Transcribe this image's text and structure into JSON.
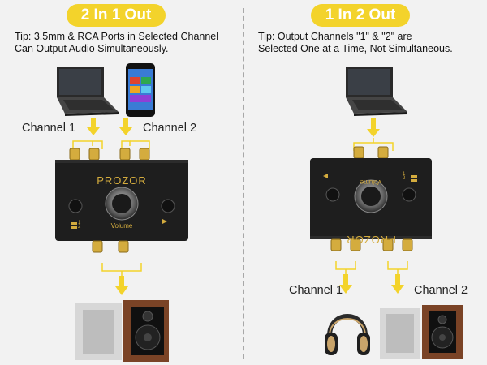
{
  "left": {
    "badge": "2 In 1 Out",
    "tip": [
      "Tip: 3.5mm & RCA Ports in Selected Channel",
      "Can Output Audio Simultaneously."
    ],
    "channel_1": "Channel 1",
    "channel_2": "Channel 2",
    "brand": "PROZOR",
    "knob_label": "Volume",
    "input_port_labels": [
      "1",
      "2"
    ]
  },
  "right": {
    "badge": "1 In 2 Out",
    "tip": [
      "Tip: Output Channels \"1\" & \"2\" are",
      "Selected One at a Time, Not Simultaneous."
    ],
    "channel_1": "Channel 1",
    "channel_2": "Channel 2",
    "brand": "PROZOR",
    "knob_label": "Volume",
    "output_port_labels": [
      "1",
      "2"
    ]
  },
  "colors": {
    "accent": "#f3d32b",
    "background": "#f2f2f2",
    "switch_body": "#1e1e1e",
    "gold": "#d4ac3e"
  }
}
